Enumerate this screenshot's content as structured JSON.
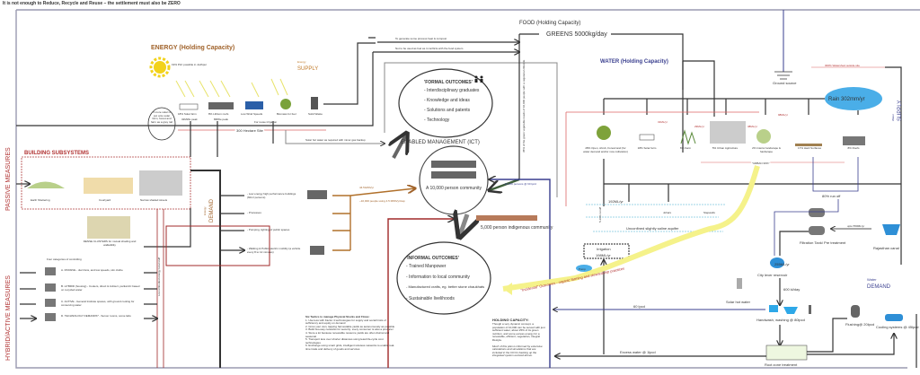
{
  "caption": "It is not enough to Reduce, Recycle and Reuse – the settlement must also be ZERO",
  "energy": {
    "title": "ENERGY (Holding Capacity)",
    "sun_note": "19% PLF possible in Jodhpur",
    "supply": "SUPPLY",
    "supply_small": "Energy",
    "items": [
      "18% Solar farm",
      "8% Lithium roofs",
      "Low Wind Speeds",
      "Biomass for fuel",
      "Solid Waste"
    ],
    "item_subs": [
      "32MWe peak",
      "8MWe peak"
    ],
    "for_reuse": "For reuse irrigation",
    "site": "300 Hectare Site",
    "cloud_note": "If more solar is put onto solar farm, forest and farm as a grey rail",
    "solar_hot_water": "Solar hot water as required with minor gas backup",
    "arrow1": "To generate some process heat & compost",
    "arrow2": "Not to be used as fuel as it conflicts with the food system"
  },
  "food": {
    "title": "FOOD (Holding Capacity)",
    "greens": "GREENS 5000kg/day",
    "vertical_note": "35% of the green vegetable needs of 10,000 people with a vegetarian lifestyle"
  },
  "formal": {
    "title": "'FORMAL OUTCOMES'",
    "items": [
      "- Interdisciplinary graduates",
      "- Knowledge and ideas",
      "- Solutions and patents",
      "- Technology"
    ]
  },
  "management": "ENABLED MANAGEMENT (ICT)",
  "community": "A 10,000 person community",
  "indigenous": "5,000 person indigenous community",
  "informal": {
    "title": "'INFORMAL OUTCOMES'",
    "items": [
      "- Trained Manpower",
      "- Information to local community",
      "- Manufactured crafts, eg. better stone chaukhats",
      "- Sustainable livelihoods"
    ]
  },
  "building": {
    "title": "BUILDING SUBSYSTEMS",
    "items": [
      "Earth Sheltering",
      "Courtyard",
      "Narrow shaded streets"
    ],
    "dense": "DENSE CLUSTERS for mutual shading and walkability"
  },
  "measures": {
    "passive": "PASSIVE MEASURES",
    "hybrid": "HYBRID/ACTIVE MEASURES"
  },
  "demand_energy": {
    "label": "DEMAND",
    "small": "Energy",
    "items": [
      "- Low energy high performance buildings (60m² persons)",
      "- Processes",
      "- Pumping, lighting of public spaces",
      "- Walking & Public electric mobility (a vehicle every 8 to 12 minutes)"
    ],
    "flow1": "44.5GWh/yr",
    "flow2": "~10,000 people using 4.5 MWh/yr/cap",
    "vertical": "Low embodied energy local stuff"
  },
  "controlling": {
    "title": "Four categories of controlling",
    "items": [
      "A. PASSIVE - duct fans, and low speeds, stin clothe",
      "B. HYBRID (housing) - Coolers, direct & indirect, partial AC based on recycled water",
      "C. ACTIVE - General Institute spaces, with ground cooling for conserving water",
      "D. TECHNOLOGY DEMANDS* - Server rooms, some labs"
    ]
  },
  "tactics": {
    "title": "Six Tactics to manage Physical Stocks and Flows:",
    "items": [
      "1. Use less with Factor 4 technologies for supply and social limits of sufficiency and equity on demand",
      "2. Grow your own, tapping harvestable yields as autonomously as possible",
      "3. Build two-way networks for security: every consumer is also a producer",
      "4. Store a lot because renewable resource yields are often diurnal and seasonal",
      "5. Transport less over shorter distances using least life-cycle cost technologies",
      "6. Exchange using smart grids, intelligent wireless networks to enable real-time trade and delivery of goods and services"
    ]
  },
  "water": {
    "title": "WATER (Holding Capacity)",
    "ground": "Ground source",
    "watershed": "300% Watershed outside site",
    "rain": "Rain 302mm/yr",
    "supply": "SUPPLY",
    "uses": [
      "28% Open, shrub, Forest land (for water demand and/or now cultivation)",
      "18% Solar farm",
      "6% Farm",
      "5% Urban Agriculture",
      "2% Interior landscape & hardscape",
      "17% Hard Surfaces",
      "8% Roofs"
    ],
    "flows": [
      "31ML/yr",
      "29ML/yr",
      "38ML/yr",
      "98ML/yr"
    ],
    "urban": "\"URBAN 30%\"",
    "runoff80": "80% run off",
    "runoff": "5-10% runoff",
    "recharge": "192ML/yr",
    "johads": "Johars",
    "stepwells": "Stepwells",
    "aquifer": "Unconfined slightly saline aquifer",
    "irrigation": "Irrigation",
    "irrigation_val": "198ML/yr",
    "pump": "Pump",
    "canal_flow": "upto 550ML/yr",
    "canal": "Rajasthan canal",
    "filtration": "Filtration Tank/ Pre treatment",
    "reservoir_val": "255ML/yr",
    "reservoir": "City lever reservoir",
    "kl": "600 kl/day",
    "solar_hot": "Solar hot water",
    "handwash": "Handwash, washing @ 80lpcd",
    "lpcd60": "60 lpcd",
    "flushing": "Flushing@ 20lpcd",
    "cooling": "Cooling systems @ 45lpcd",
    "root": "Root zone treatment",
    "excess": "Excess water @ 1lpcd",
    "demand": "DEMAND",
    "demand_small": "Water",
    "incidental": "\"Incidental\" Outcomes - organic farming and stewardship practices",
    "flow_people": "~10,000 persons @ 60 lpcd"
  },
  "holding": {
    "title": "HOLDING CAPACITY:",
    "p1": "Though a very dynamic concept, a population of 10,000 can be served with just sufficient water, about 25% of its green nutrition, and some excess energy for a renewable, efficient, vegetarian, integral lifestyle.",
    "p2": "Much of this plan is informed by extensive calculations and simulations that are included in the CD for backing up the integrated system evolved above."
  },
  "colors": {
    "energy": "#a0622a",
    "water": "#3a3f8f",
    "food_arrow": "#3f5f3a",
    "demand_arrow": "#b0702a",
    "incidental": "#f5f28a",
    "border": "#9a9ab0"
  }
}
